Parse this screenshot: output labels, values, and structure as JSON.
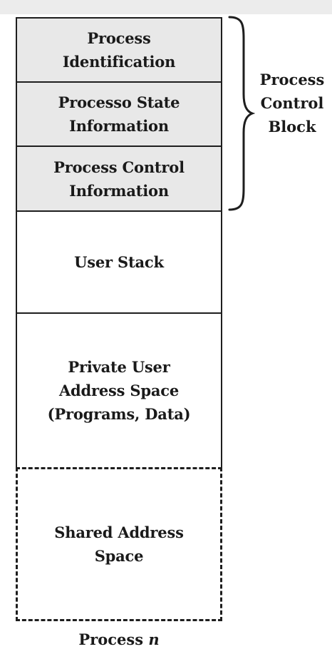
{
  "diagram": {
    "blocks": [
      {
        "label": "Process\nIdentification"
      },
      {
        "label": "Processo State\nInformation"
      },
      {
        "label": "Process Control\nInformation"
      },
      {
        "label": "User Stack"
      },
      {
        "label": "Private User\nAddress Space\n(Programs, Data)"
      },
      {
        "label": "Shared Address\nSpace"
      }
    ],
    "brace_label": "Process\nControl\nBlock",
    "caption": {
      "prefix": "Process",
      "variable": "n"
    }
  },
  "colors": {
    "pcb_fill": "#e8e8e8",
    "border": "#1e1e1e",
    "background": "#ffffff"
  }
}
